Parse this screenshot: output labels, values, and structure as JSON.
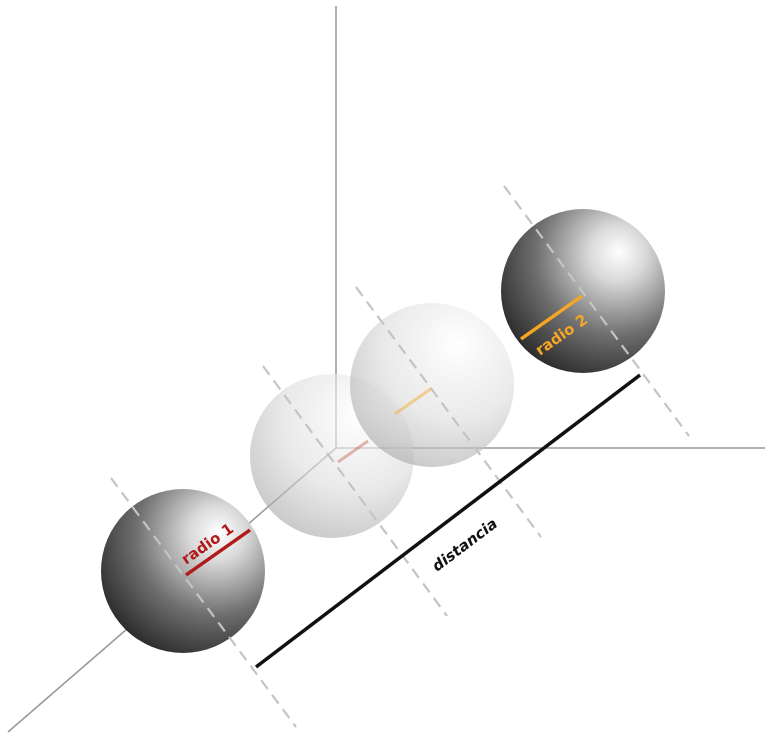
{
  "labels": {
    "radius1": "radio 1",
    "radius2": "radio 2",
    "distance": "distancia"
  },
  "colors": {
    "background": "#ffffff",
    "axis": "#9a9a9a",
    "dashed_guide": "#c4c4c4",
    "radius1": "#b01a1a",
    "radius2": "#f5a623",
    "distance": "#111111",
    "sphere_dark": "#2e2e2e",
    "sphere_light": "#ffffff"
  },
  "spheres": [
    {
      "id": "sphere-1",
      "style": "solid-dark"
    },
    {
      "id": "sphere-ghost-a",
      "style": "translucent"
    },
    {
      "id": "sphere-ghost-b",
      "style": "translucent"
    },
    {
      "id": "sphere-2",
      "style": "solid-dark"
    }
  ]
}
